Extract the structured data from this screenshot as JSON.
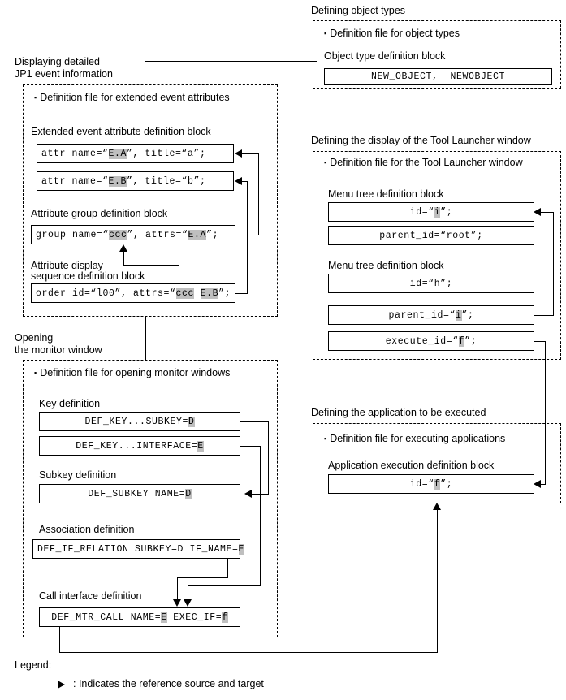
{
  "diagram": {
    "title": "JP1 event definition file reference relationships",
    "highlight_color": "#bfbfbf",
    "line_color": "#000000",
    "background": "#ffffff"
  },
  "sections": {
    "object_types": {
      "caption": "Defining object types",
      "file_label": "Definition file for object types",
      "block_label": "Object type definition block",
      "code": {
        "prefix": "NEW_OBJECT,  NEWOBJECT",
        "highlight": "",
        "suffix": ""
      }
    },
    "event_info": {
      "caption_line1": "Displaying detailed",
      "caption_line2": "JP1 event information",
      "file_label": "Definition file for extended event attributes",
      "attr_block_label": "Extended event attribute definition block",
      "group_block_label": "Attribute group definition block",
      "seq_block_label_line1": "Attribute display",
      "seq_block_label_line2": "sequence definition block",
      "rows": [
        {
          "name": "attr-ea",
          "p1": "attr name=“",
          "h1": "E.A",
          "p2": "”, title=“a”;",
          "h2": "",
          "p3": ""
        },
        {
          "name": "attr-eb",
          "p1": "attr name=“",
          "h1": "E.B",
          "p2": "”, title=“b”;",
          "h2": "",
          "p3": ""
        },
        {
          "name": "group-ccc",
          "p1": "group name=“",
          "h1": "ccc",
          "p2": "”, attrs=“",
          "h2": "E.A",
          "p3": "”;"
        },
        {
          "name": "order-l00",
          "p1": "order id=“l00”, attrs=“",
          "h1": "ccc",
          "p2": "|",
          "h2": "E.B",
          "p3": "”;"
        }
      ]
    },
    "tool_launcher": {
      "caption": "Defining the display of the Tool Launcher window",
      "file_label": "Definition file for the Tool Launcher window",
      "menu_block_label_1": "Menu tree definition block",
      "menu_block_label_2": "Menu tree definition block",
      "rows": [
        {
          "name": "id-i",
          "p1": "id=“",
          "h1": "i",
          "p2": "”;"
        },
        {
          "name": "parent-id-root",
          "p1": "parent_id=“root”;",
          "h1": "",
          "p2": ""
        },
        {
          "name": "id-h",
          "p1": "id=“h”;",
          "h1": "",
          "p2": ""
        },
        {
          "name": "parent-id-i",
          "p1": "parent_id=“",
          "h1": "i",
          "p2": "”;"
        },
        {
          "name": "execute-id-f",
          "p1": "execute_id=“",
          "h1": "f",
          "p2": "”;"
        }
      ]
    },
    "monitor_window": {
      "caption_line1": "Opening",
      "caption_line2": "the monitor window",
      "file_label": "Definition file for opening monitor windows",
      "key_block_label": "Key definition",
      "subkey_block_label": "Subkey definition",
      "assoc_block_label": "Association definition",
      "call_block_label": "Call interface definition",
      "rows": [
        {
          "name": "def-key-subkey",
          "p1": "DEF_KEY...SUBKEY=",
          "h1": "D",
          "p2": "",
          "h2": "",
          "p3": ""
        },
        {
          "name": "def-key-interface",
          "p1": "DEF_KEY...INTERFACE=",
          "h1": "E",
          "p2": "",
          "h2": "",
          "p3": ""
        },
        {
          "name": "def-subkey-name",
          "p1": "DEF_SUBKEY NAME=",
          "h1": "D",
          "p2": "",
          "h2": "",
          "p3": ""
        },
        {
          "name": "def-if-relation",
          "p1": "DEF_IF_RELATION SUBKEY=D IF_NAME=",
          "h1": "E",
          "p2": "",
          "h2": "",
          "p3": ""
        },
        {
          "name": "def-mtr-call",
          "p1": "DEF_MTR_CALL NAME=",
          "h1": "E",
          "p2": " EXEC_IF=",
          "h2": "f",
          "p3": ""
        }
      ]
    },
    "application": {
      "caption": "Defining the application to be executed",
      "file_label": "Definition file for executing applications",
      "block_label": "Application execution definition block",
      "code": {
        "p1": "id=“",
        "h1": "f",
        "p2": "”;"
      }
    }
  },
  "legend": {
    "title": "Legend:",
    "arrow_description": ": Indicates the reference source and target"
  }
}
